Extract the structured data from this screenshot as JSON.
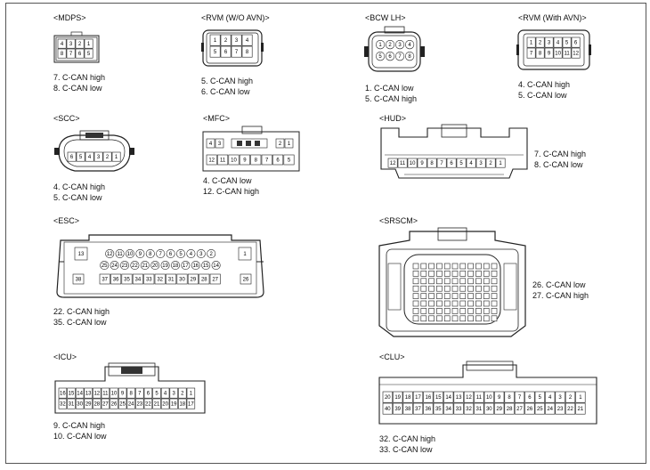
{
  "connectors": {
    "mdps": {
      "title": "<MDPS>",
      "row1": [
        "4",
        "3",
        "2",
        "1"
      ],
      "row2": [
        "8",
        "7",
        "6",
        "5"
      ],
      "lines": [
        "7. C-CAN high",
        "8. C-CAN low"
      ]
    },
    "rvm_wo": {
      "title": "<RVM (W/O AVN)>",
      "row1": [
        "1",
        "2",
        "3",
        "4"
      ],
      "row2": [
        "5",
        "6",
        "7",
        "8"
      ],
      "lines": [
        "5. C-CAN high",
        "6. C-CAN low"
      ]
    },
    "bcw": {
      "title": "<BCW LH>",
      "row1": [
        "1",
        "2",
        "3",
        "4"
      ],
      "row2": [
        "5",
        "6",
        "7",
        "8"
      ],
      "lines": [
        "1. C-CAN low",
        "5. C-CAN high"
      ]
    },
    "rvm_with": {
      "title": "<RVM (With AVN)>",
      "row1": [
        "1",
        "2",
        "3",
        "4",
        "5",
        "6"
      ],
      "row2": [
        "7",
        "8",
        "9",
        "10",
        "11",
        "12"
      ],
      "lines": [
        "4. C-CAN high",
        "5. C-CAN low"
      ]
    },
    "scc": {
      "title": "<SCC>",
      "row1": [
        "6",
        "5",
        "4",
        "3",
        "2",
        "1"
      ],
      "lines": [
        "4. C-CAN high",
        "5. C-CAN low"
      ]
    },
    "mfc": {
      "title": "<MFC>",
      "row1": [
        "4",
        "3",
        "2",
        "1"
      ],
      "row2": [
        "12",
        "11",
        "10",
        "9",
        "8",
        "7",
        "6",
        "5"
      ],
      "lines": [
        "4. C-CAN low",
        "12. C-CAN high"
      ]
    },
    "hud": {
      "title": "<HUD>",
      "row1": [
        "12",
        "11",
        "10",
        "9",
        "8",
        "7",
        "6",
        "5",
        "4",
        "3",
        "2",
        "1"
      ],
      "lines": [
        "7. C-CAN high",
        "8. C-CAN low"
      ]
    },
    "esc": {
      "title": "<ESC>",
      "corner_tl": "13",
      "corner_tr": "1",
      "corner_bl": "38",
      "corner_br": "26",
      "row1": [
        "12",
        "11",
        "10",
        "9",
        "8",
        "7",
        "6",
        "5",
        "4",
        "3",
        "2"
      ],
      "row2": [
        "25",
        "24",
        "23",
        "22",
        "21",
        "20",
        "19",
        "18",
        "17",
        "16",
        "15",
        "14"
      ],
      "row3": [
        "37",
        "36",
        "35",
        "34",
        "33",
        "32",
        "31",
        "30",
        "29",
        "28",
        "27"
      ],
      "lines": [
        "22. C-CAN high",
        "35. C-CAN low"
      ]
    },
    "srscm": {
      "title": "<SRSCM>",
      "lines": [
        "26. C-CAN low",
        "27. C-CAN high"
      ]
    },
    "icu": {
      "title": "<ICU>",
      "row1": [
        "16",
        "15",
        "14",
        "13",
        "12",
        "11",
        "10",
        "9",
        "8",
        "7",
        "6",
        "5",
        "4",
        "3",
        "2",
        "1"
      ],
      "row2": [
        "32",
        "31",
        "30",
        "29",
        "28",
        "27",
        "26",
        "25",
        "24",
        "23",
        "22",
        "21",
        "20",
        "19",
        "18",
        "17"
      ],
      "lines": [
        "9. C-CAN high",
        "10. C-CAN low"
      ]
    },
    "clu": {
      "title": "<CLU>",
      "row1": [
        "20",
        "19",
        "18",
        "17",
        "16",
        "15",
        "14",
        "13",
        "12",
        "11",
        "10",
        "9",
        "8",
        "7",
        "6",
        "5",
        "4",
        "3",
        "2",
        "1"
      ],
      "row2": [
        "40",
        "39",
        "38",
        "37",
        "36",
        "35",
        "34",
        "33",
        "32",
        "31",
        "30",
        "29",
        "28",
        "27",
        "26",
        "25",
        "24",
        "23",
        "22",
        "21"
      ],
      "lines": [
        "32. C-CAN high",
        "33. C-CAN low"
      ]
    }
  }
}
